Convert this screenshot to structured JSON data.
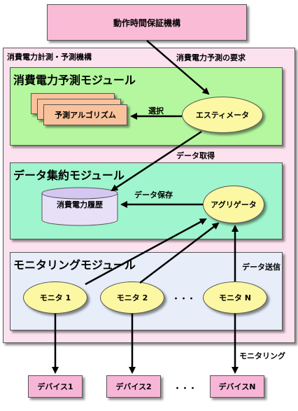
{
  "top_box": {
    "label": "動作時間保証機構"
  },
  "outer_box": {
    "label": "消費電力計測・予測機構"
  },
  "predict_module": {
    "label": "消費電力予測モジュール"
  },
  "data_module": {
    "label": "データ集約モジュール"
  },
  "monitor_module": {
    "label": "モニタリングモジュール"
  },
  "estimator": {
    "label": "エスティメータ"
  },
  "algorithms": {
    "label": "予測アルゴリズム"
  },
  "aggregator": {
    "label": "アグリゲータ"
  },
  "history": {
    "label": "消費電力履歴"
  },
  "monitors": [
    {
      "label": "モニタ 1"
    },
    {
      "label": "モニタ 2"
    },
    {
      "label": "モニタ N"
    }
  ],
  "devices": [
    {
      "label": "デバイス1"
    },
    {
      "label": "デバイス2"
    },
    {
      "label": "デバイスN"
    }
  ],
  "ellipsis": "・・・",
  "edge_labels": {
    "request": "消費電力予測の要求",
    "select": "選択",
    "get_data": "データ取得",
    "save_data": "データ保存",
    "send_data": "データ送信",
    "monitoring": "モニタリング"
  }
}
